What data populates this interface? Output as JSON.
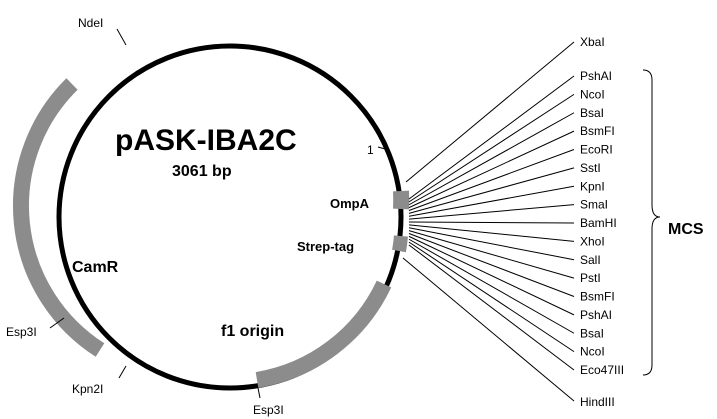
{
  "map": {
    "name": "pASK-IBA2C",
    "size": "3061 bp",
    "origin_label": "1",
    "colors": {
      "backbone": "#000000",
      "feature": "#8c8c8c"
    }
  },
  "features": {
    "camr": "CamR",
    "f1": "f1 origin",
    "ompa": "OmpA",
    "strep": "Strep-tag"
  },
  "sites": {
    "ndei": "NdeI",
    "esp3i_left": "Esp3I",
    "kpn2i": "Kpn2I",
    "esp3i_bottom": "Esp3I"
  },
  "mcs": {
    "label": "MCS",
    "top": "XbaI",
    "bottom": "HindIII",
    "sites": [
      "PshAI",
      "NcoI",
      "BsaI",
      "BsmFI",
      "EcoRI",
      "SstI",
      "KpnI",
      "SmaI",
      "BamHI",
      "XhoI",
      "SalI",
      "PstI",
      "BsmFI",
      "PshAI",
      "BsaI",
      "NcoI",
      "Eco47III"
    ]
  }
}
